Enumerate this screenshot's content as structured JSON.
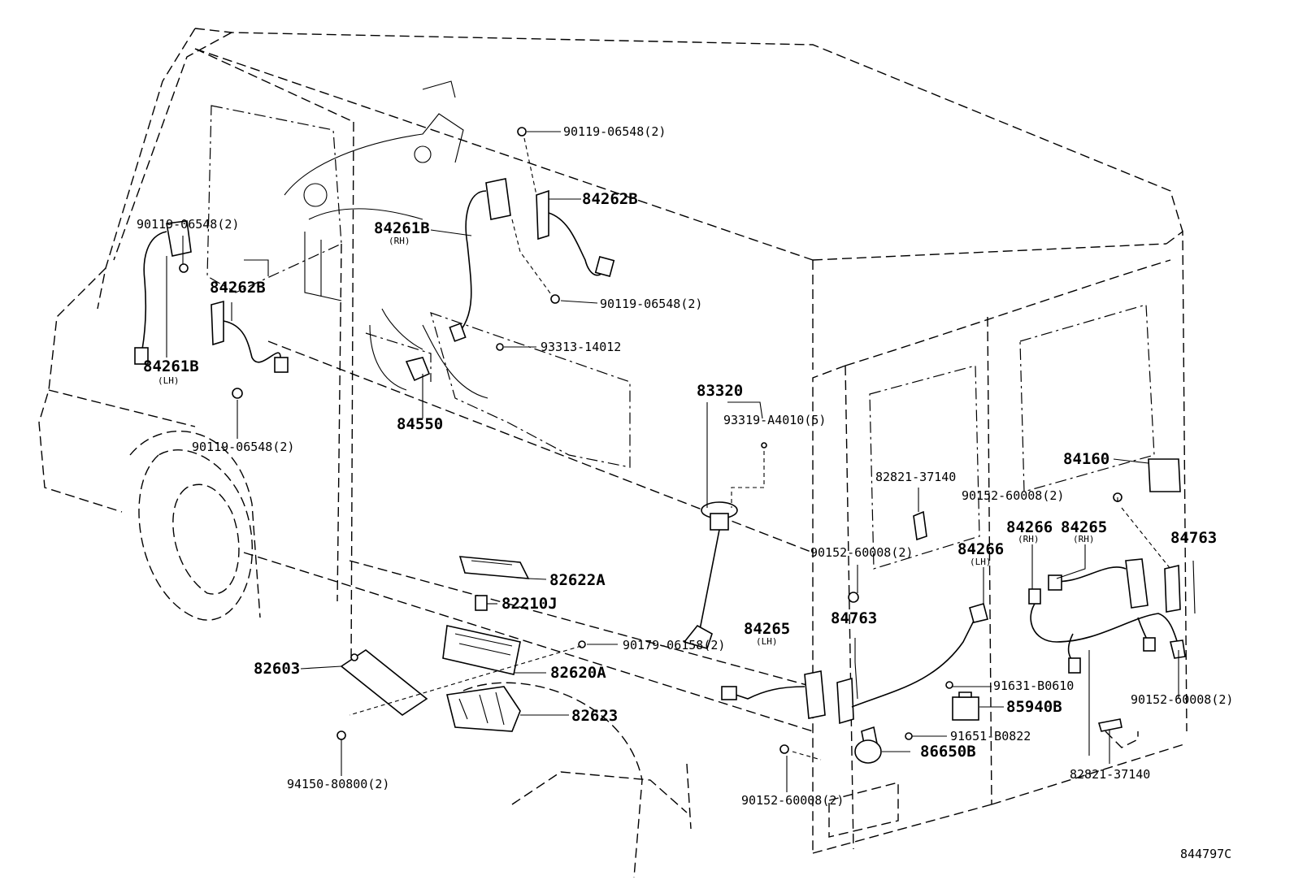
{
  "diagram_code": "844797C",
  "parts": {
    "bolt_90119_top": "90119-06548(2)",
    "p84262B_rh": "84262B",
    "p84261B_rh": "84261B",
    "rh_1": "(RH)",
    "bolt_90119_left": "90119-06548(2)",
    "p84262B_lh": "84262B",
    "bolt_90119_mid": "90119-06548(2)",
    "screw_93313": "93313-14012",
    "p84261B_lh": "84261B",
    "lh_1": "(LH)",
    "p84550": "84550",
    "bolt_90119_bot": "90119-06548(2)",
    "p83320": "83320",
    "screw_93319": "93319-A4010(5)",
    "p82821_top": "82821-37140",
    "p84160": "84160",
    "bolt_90152_a": "90152-60008(2)",
    "p84266_rh": "84266",
    "rh_2": "(RH)",
    "p84265_rh": "84265",
    "rh_3": "(RH)",
    "p84763_right": "84763",
    "bolt_90152_b": "90152-60008(2)",
    "p84266_lh": "84266",
    "lh_2": "(LH)",
    "p82622A": "82622A",
    "p82210J": "82210J",
    "p84265_lh": "84265",
    "lh_3": "(LH)",
    "p84763_mid": "84763",
    "p82603": "82603",
    "p82620A": "82620A",
    "bolt_90179": "90179-06158(2)",
    "bolt_91631": "91631-B0610",
    "p85940B": "85940B",
    "bolt_90152_c": "90152-60008(2)",
    "p82623": "82623",
    "bolt_91651": "91651-B0822",
    "p86650B": "86650B",
    "p82821_bot": "82821-37140",
    "nut_94150": "94150-80800(2)",
    "bolt_90152_d": "90152-60008(2)"
  }
}
